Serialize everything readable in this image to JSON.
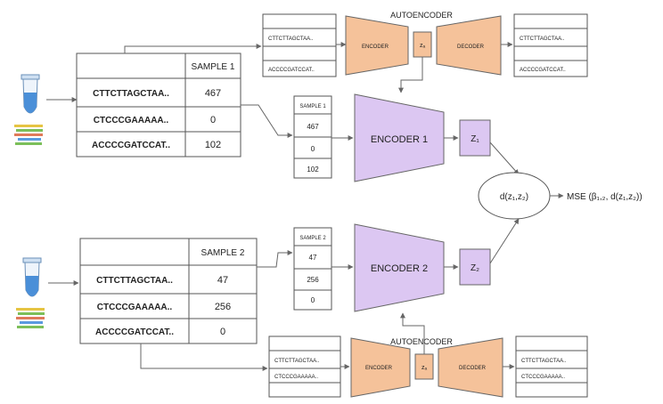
{
  "autoencoder_label": "AUTOENCODER",
  "encoder_label": "ENCODER",
  "decoder_label": "DECODER",
  "z_label": "zₐ",
  "sample1": {
    "header": "SAMPLE 1",
    "sequences": [
      "CTTCTTAGCTAA..",
      "CTCCCGAAAAA..",
      "ACCCCGATCCAT.."
    ],
    "counts": [
      "467",
      "0",
      "102"
    ]
  },
  "sample2": {
    "header": "SAMPLE 2",
    "sequences": [
      "CTTCTTAGCTAA..",
      "CTCCCGAAAAA..",
      "ACCCCGATCCAT.."
    ],
    "counts": [
      "47",
      "256",
      "0"
    ]
  },
  "ae_top": {
    "input_rows": [
      "CTTCTTAGCTAA..",
      "",
      "ACCCCGATCCAT.."
    ],
    "output_rows": [
      "CTTCTTAGCTAA..",
      "",
      "ACCCCGATCCAT.."
    ]
  },
  "ae_bottom": {
    "input_rows": [
      "CTTCTTAGCTAA..",
      "CTCCCGAAAAA..",
      ""
    ],
    "output_rows": [
      "CTTCTTAGCTAA..",
      "CTCCCGAAAAA..",
      ""
    ]
  },
  "encoder1": {
    "label": "ENCODER 1",
    "z": "Z₁"
  },
  "encoder2": {
    "label": "ENCODER 2",
    "z": "Z₂"
  },
  "distance_label": "d(z₁,z₂)",
  "mse_label": "MSE (β₁,₂, d(z₁,z₂))",
  "colors": {
    "encoder_fill": "#dcc7f2",
    "autoencoder_fill": "#f5c29a",
    "tube_liquid": "#4a8fd8",
    "gel_bands": [
      "#e6c443",
      "#7cbf5a",
      "#e07a5a",
      "#5a9ae0"
    ]
  }
}
